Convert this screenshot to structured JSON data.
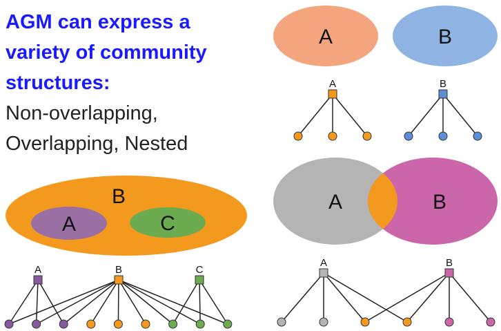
{
  "headline": {
    "line1": "AGM can express a",
    "line2": "variety of community",
    "line3": "structures:"
  },
  "body": {
    "line1": "Non-overlapping,",
    "line2": "Overlapping, Nested"
  },
  "colors": {
    "headline": "#1a1aff",
    "orange": "#f39a1e",
    "salmon": "#f4a57d",
    "blue": "#8fb4e3",
    "purple": "#9a6fa3",
    "green": "#6cab4f",
    "gray": "#b4b4b4",
    "pink": "#cc66aa",
    "edge": "#222222"
  },
  "panels": {
    "non_overlapping": {
      "sets": [
        {
          "label": "A",
          "color": "#f4a57d"
        },
        {
          "label": "B",
          "color": "#8fb4e3"
        }
      ],
      "communities": [
        {
          "label": "A",
          "color": "#f39a1e",
          "members": [
            0,
            1,
            2
          ]
        },
        {
          "label": "B",
          "color": "#5b8fd6",
          "members": [
            3,
            4,
            5
          ]
        }
      ],
      "node_colors": [
        "#f39a1e",
        "#f39a1e",
        "#f39a1e",
        "#5b8fd6",
        "#5b8fd6",
        "#5b8fd6"
      ]
    },
    "nested": {
      "sets": [
        {
          "label": "B",
          "color": "#f39a1e"
        },
        {
          "label": "A",
          "color": "#9a6fa3"
        },
        {
          "label": "C",
          "color": "#6cab4f"
        }
      ],
      "communities": [
        {
          "label": "A",
          "color": "#8a5aa0",
          "members": [
            0,
            1,
            2
          ]
        },
        {
          "label": "B",
          "color": "#f39a1e",
          "members": [
            0,
            1,
            2,
            3,
            4,
            5,
            6,
            7,
            8
          ]
        },
        {
          "label": "C",
          "color": "#6cab4f",
          "members": [
            6,
            7,
            8
          ]
        }
      ],
      "node_colors": [
        "#8a5aa0",
        "#8a5aa0",
        "#8a5aa0",
        "#f39a1e",
        "#f39a1e",
        "#f39a1e",
        "#6cab4f",
        "#6cab4f",
        "#6cab4f"
      ]
    },
    "overlapping": {
      "sets": [
        {
          "label": "A",
          "color": "#b4b4b4"
        },
        {
          "label": "B",
          "color": "#cc66aa"
        }
      ],
      "intersection_color": "#f39a1e",
      "communities": [
        {
          "label": "A",
          "color": "#b4b4b4",
          "members": [
            0,
            1,
            2,
            3
          ]
        },
        {
          "label": "B",
          "color": "#cc66aa",
          "members": [
            2,
            3,
            4,
            5
          ]
        }
      ],
      "node_colors": [
        "#b4b4b4",
        "#b4b4b4",
        "#f39a1e",
        "#f39a1e",
        "#cc66aa",
        "#cc66aa"
      ]
    }
  }
}
